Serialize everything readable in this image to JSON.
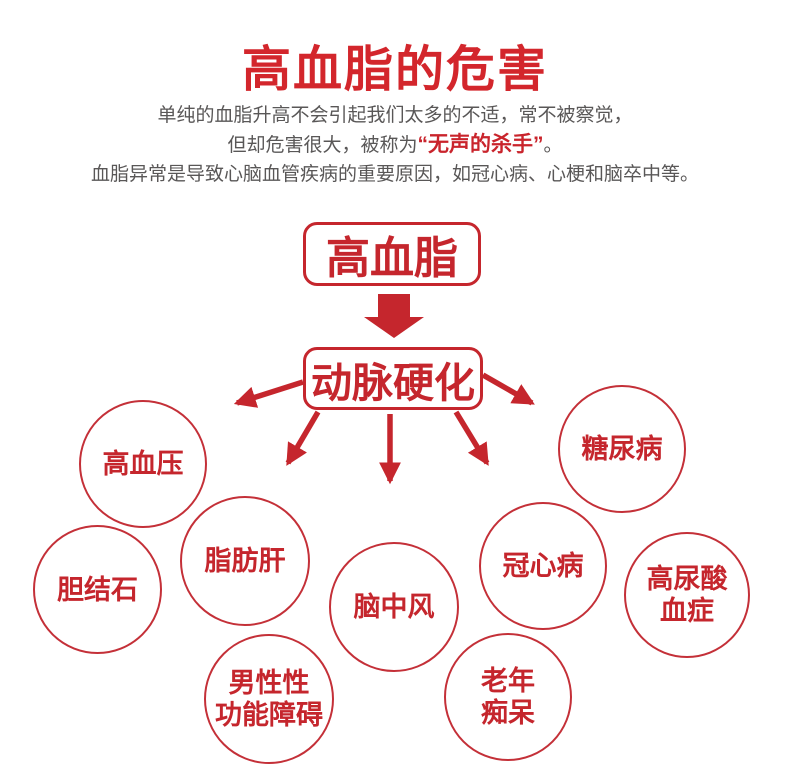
{
  "colors": {
    "diagram_red": "#c5262d",
    "title_red": "#d3262c",
    "circle_stroke_red": "#c43038",
    "text_gray": "#595757",
    "background": "#ffffff"
  },
  "header": {
    "title": "高血脂的危害"
  },
  "intro": {
    "line1": "单纯的血脂升高不会引起我们太多的不适，常不被察觉，",
    "line2_prefix": "但却危害很大，被称为",
    "line2_highlight": "“无声的杀手”",
    "line2_suffix": "。",
    "line3": "血脂异常是导致心脑血管疾病的重要原因，如冠心病、心梗和脑卒中等。"
  },
  "flowchart": {
    "source": "高血脂",
    "intermediate": "动脉硬化",
    "outcomes": {
      "hypertension": {
        "line1": "高血压"
      },
      "gallstones": {
        "line1": "胆结石"
      },
      "fatty_liver": {
        "line1": "脂肪肝"
      },
      "stroke": {
        "line1": "脑中风"
      },
      "coronary_heart_disease": {
        "line1": "冠心病"
      },
      "diabetes": {
        "line1": "糖尿病"
      },
      "hyperuricemia": {
        "line1": "高尿酸",
        "line2": "血症"
      },
      "male_sexual_dysfunction": {
        "line1": "男性性",
        "line2": "功能障碍"
      },
      "senile_dementia": {
        "line1": "老年",
        "line2": "痴呆"
      }
    }
  }
}
